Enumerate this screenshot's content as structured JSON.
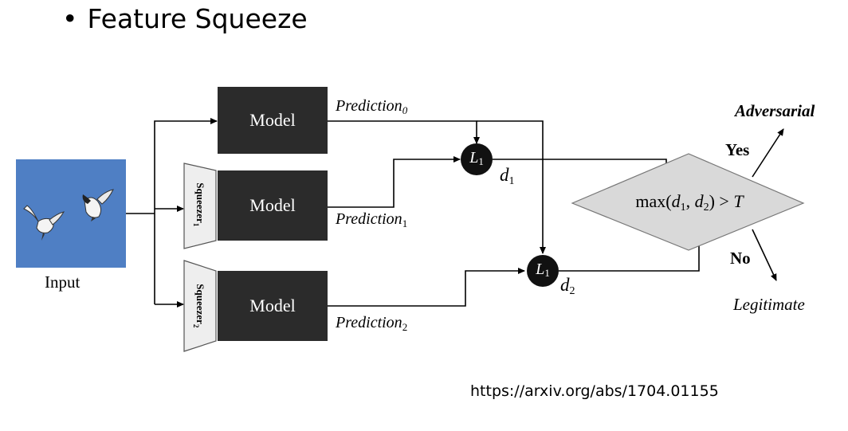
{
  "slide": {
    "bullet": "•",
    "title": "Feature Squeeze",
    "reference_url": "https://arxiv.org/abs/1704.01155"
  },
  "diagram": {
    "input_label": "Input",
    "model_label": "Model",
    "squeezer_1": {
      "text": "Squeezer",
      "sub": "1"
    },
    "squeezer_2": {
      "text": "Squeezer",
      "sub": "2"
    },
    "prediction_0": {
      "text": "Prediction",
      "sub": "0"
    },
    "prediction_1": {
      "text": "Prediction",
      "sub": "1"
    },
    "prediction_2": {
      "text": "Prediction",
      "sub": "2"
    },
    "l1_node": {
      "text": "L",
      "sub": "1"
    },
    "d1": {
      "text": "d",
      "sub": "1"
    },
    "d2": {
      "text": "d",
      "sub": "2"
    },
    "decision": {
      "prefix": "max(",
      "a": "d",
      "a_sub": "1",
      "sep": ", ",
      "b": "d",
      "b_sub": "2",
      "suffix": ") > ",
      "t": "T"
    },
    "yes_label": "Yes",
    "no_label": "No",
    "adversarial_label": "Adversarial",
    "legitimate_label": "Legitimate"
  },
  "colors": {
    "model_fill": "#2b2b2b",
    "squeezer_fill": "#eeeeee",
    "decision_fill": "#d9d9d9",
    "sky_blue": "#4f7fc4"
  }
}
